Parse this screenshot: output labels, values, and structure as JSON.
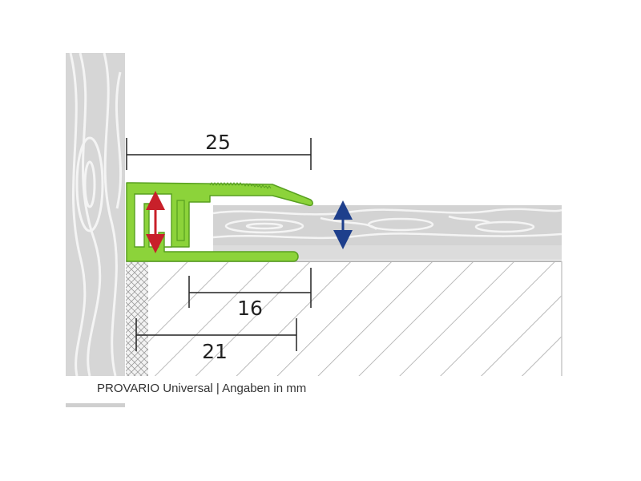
{
  "dimensions": {
    "profile_width": "25",
    "dim_16": "16",
    "dim_21": "21"
  },
  "caption": "PROVARIO Universal | Angaben in mm",
  "colors": {
    "profile_green": "#8cd33a",
    "profile_outline": "#58a020",
    "wood_gray": "#d6d6d6",
    "grain_white": "#f4f4f4",
    "hatch_line": "#a9a9a9",
    "subfloor_gray": "#d9d9d9",
    "arrow_red": "#c8202a",
    "arrow_blue": "#1e3f8c"
  }
}
